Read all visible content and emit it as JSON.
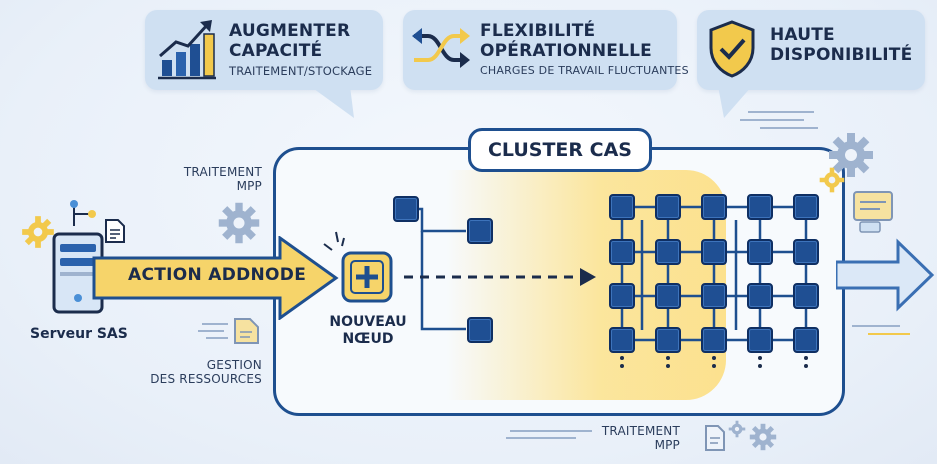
{
  "callouts": [
    {
      "title_line1": "AUGMENTER",
      "title_line2": "CAPACITÉ",
      "subtitle": "TRAITEMENT/STOCKAGE",
      "icon": "bar-chart-growth-icon"
    },
    {
      "title_line1": "FLEXIBILITÉ",
      "title_line2": "OPÉRATIONNELLE",
      "subtitle": "CHARGES DE TRAVAIL FLUCTUANTES",
      "icon": "shuffle-arrows-icon"
    },
    {
      "title_line1": "HAUTE",
      "title_line2": "DISPONIBILITÉ",
      "subtitle": "",
      "icon": "shield-check-icon"
    }
  ],
  "cluster": {
    "title": "CLUSTER CAS"
  },
  "server": {
    "label": "Serveur SAS"
  },
  "action": {
    "label": "ACTION ADDNODE"
  },
  "new_node": {
    "line1": "NOUVEAU",
    "line2": "NŒUD"
  },
  "side_labels": {
    "mpp_top_line1": "TRAITEMENT",
    "mpp_top_line2": "MPP",
    "resources_line1": "GESTION",
    "resources_line2": "DES RESSOURCES",
    "mpp_bottom_line1": "TRAITEMENT",
    "mpp_bottom_line2": "MPP"
  },
  "colors": {
    "navy": "#1e4f8f",
    "node": "#1f4f93",
    "accent_yellow": "#f6d46a",
    "callout_bg": "#cfe0f2",
    "arrow_blue": "#4a8fd6"
  }
}
